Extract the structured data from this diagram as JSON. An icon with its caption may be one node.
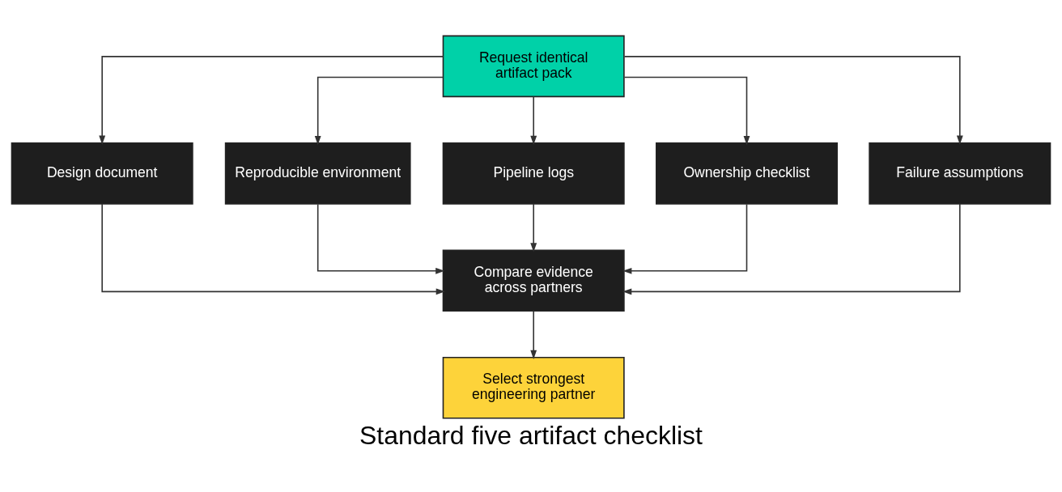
{
  "diagram": {
    "caption": "Standard five artifact checklist",
    "nodes": [
      {
        "text": [
          "Request identical artifact pack"
        ]
      },
      {
        "text": [
          "Design document"
        ]
      },
      {
        "text": [
          "Reproducible environment"
        ]
      },
      {
        "text": [
          "Pipeline logs"
        ]
      },
      {
        "text": [
          "Ownership checklist"
        ]
      },
      {
        "text": [
          "Failure assumptions"
        ]
      },
      {
        "text": [
          "Compare evidence across partners"
        ]
      },
      {
        "text": [
          "Select strongest engineering partner"
        ]
      }
    ],
    "edges": [
      {
        "from": 0,
        "to": 1,
        "arrow": "to"
      },
      {
        "from": 0,
        "to": 2,
        "arrow": "to"
      },
      {
        "from": 0,
        "to": 3,
        "arrow": "to"
      },
      {
        "from": 0,
        "to": 4,
        "arrow": "to"
      },
      {
        "from": 0,
        "to": 5,
        "arrow": "to"
      },
      {
        "from": 1,
        "to": 6,
        "arrow": "to"
      },
      {
        "from": 2,
        "to": 6,
        "arrow": "to"
      },
      {
        "from": 3,
        "to": 6,
        "arrow": "to"
      },
      {
        "from": 4,
        "to": 6,
        "arrow": "to"
      },
      {
        "from": 5,
        "to": 6,
        "arrow": "to"
      },
      {
        "from": 6,
        "to": 7,
        "arrow": "to"
      }
    ]
  }
}
